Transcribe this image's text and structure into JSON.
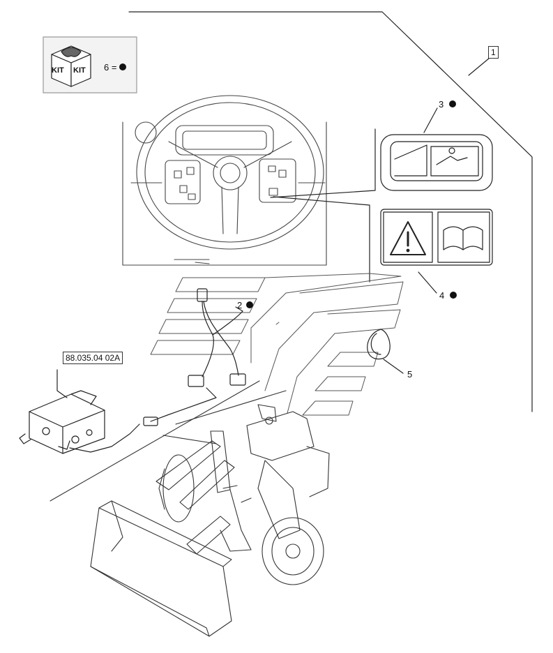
{
  "kit": {
    "badge_left": "KIT",
    "badge_right": "KIT",
    "legend": "6 ="
  },
  "callouts": {
    "item1": "1",
    "item2": "2",
    "item3": "3",
    "item4": "4",
    "item5": "5",
    "ref": "88.035.04 02A"
  }
}
